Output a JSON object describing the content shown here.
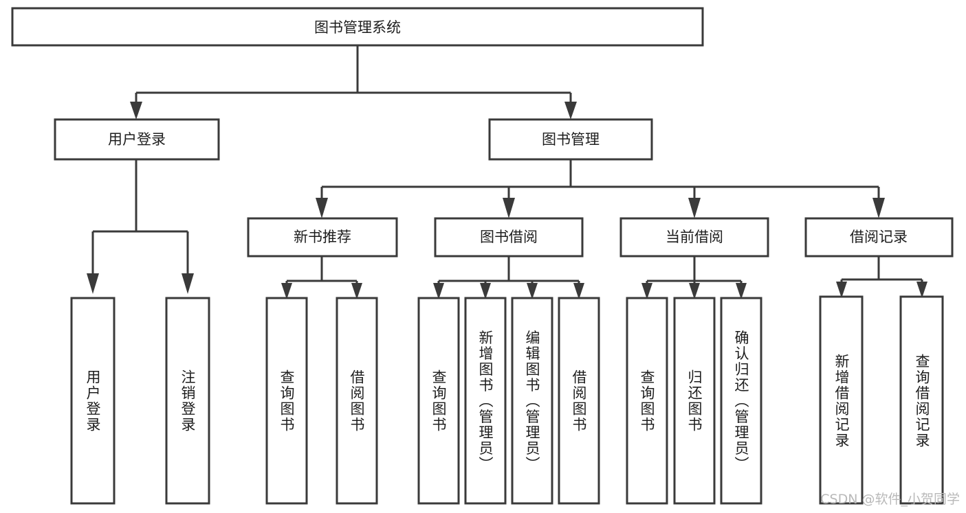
{
  "diagram": {
    "title": "图书管理系统",
    "type": "tree-hierarchy-chart",
    "orientation": "top-down",
    "colors": {
      "box_fill": "#ffffff",
      "box_stroke": "#3a3a3a",
      "connector": "#3a3a3a",
      "text": "#1d1d1d",
      "watermark": "#b9b9b9",
      "background": "#ffffff"
    },
    "root": {
      "label": "图书管理系统",
      "orientation": "horizontal"
    },
    "level2": [
      {
        "id": "user-login",
        "label": "用户登录",
        "orientation": "horizontal"
      },
      {
        "id": "book-management",
        "label": "图书管理",
        "orientation": "horizontal"
      }
    ],
    "level3": [
      {
        "id": "new-book-recommend",
        "label": "新书推荐",
        "orientation": "horizontal",
        "parent": "book-management"
      },
      {
        "id": "book-borrow",
        "label": "图书借阅",
        "orientation": "horizontal",
        "parent": "book-management"
      },
      {
        "id": "current-borrow",
        "label": "当前借阅",
        "orientation": "horizontal",
        "parent": "book-management"
      },
      {
        "id": "borrow-record",
        "label": "借阅记录",
        "orientation": "horizontal",
        "parent": "book-management"
      }
    ],
    "leaves": {
      "user-login": [
        {
          "id": "leaf-user-login",
          "label": "用户登录",
          "orientation": "vertical"
        },
        {
          "id": "leaf-logout-login",
          "label": "注销登录",
          "orientation": "vertical"
        }
      ],
      "new-book-recommend": [
        {
          "id": "leaf-query-book-1",
          "label": "查询图书",
          "orientation": "vertical"
        },
        {
          "id": "leaf-borrow-book-1",
          "label": "借阅图书",
          "orientation": "vertical"
        }
      ],
      "book-borrow": [
        {
          "id": "leaf-query-book-2",
          "label": "查询图书",
          "orientation": "vertical"
        },
        {
          "id": "leaf-add-book-admin",
          "label": "新增图书（管理员）",
          "orientation": "vertical"
        },
        {
          "id": "leaf-edit-book-admin",
          "label": "编辑图书（管理员）",
          "orientation": "vertical"
        },
        {
          "id": "leaf-borrow-book-2",
          "label": "借阅图书",
          "orientation": "vertical"
        }
      ],
      "current-borrow": [
        {
          "id": "leaf-query-book-3",
          "label": "查询图书",
          "orientation": "vertical"
        },
        {
          "id": "leaf-return-book",
          "label": "归还图书",
          "orientation": "vertical"
        },
        {
          "id": "leaf-confirm-return-admin",
          "label": "确认归还（管理员）",
          "orientation": "vertical"
        }
      ],
      "borrow-record": [
        {
          "id": "leaf-add-borrow-record",
          "label": "新增借阅记录",
          "orientation": "vertical"
        },
        {
          "id": "leaf-query-borrow-record",
          "label": "查询借阅记录",
          "orientation": "vertical"
        }
      ]
    },
    "watermark": "CSDN @软件_小贺同学"
  }
}
